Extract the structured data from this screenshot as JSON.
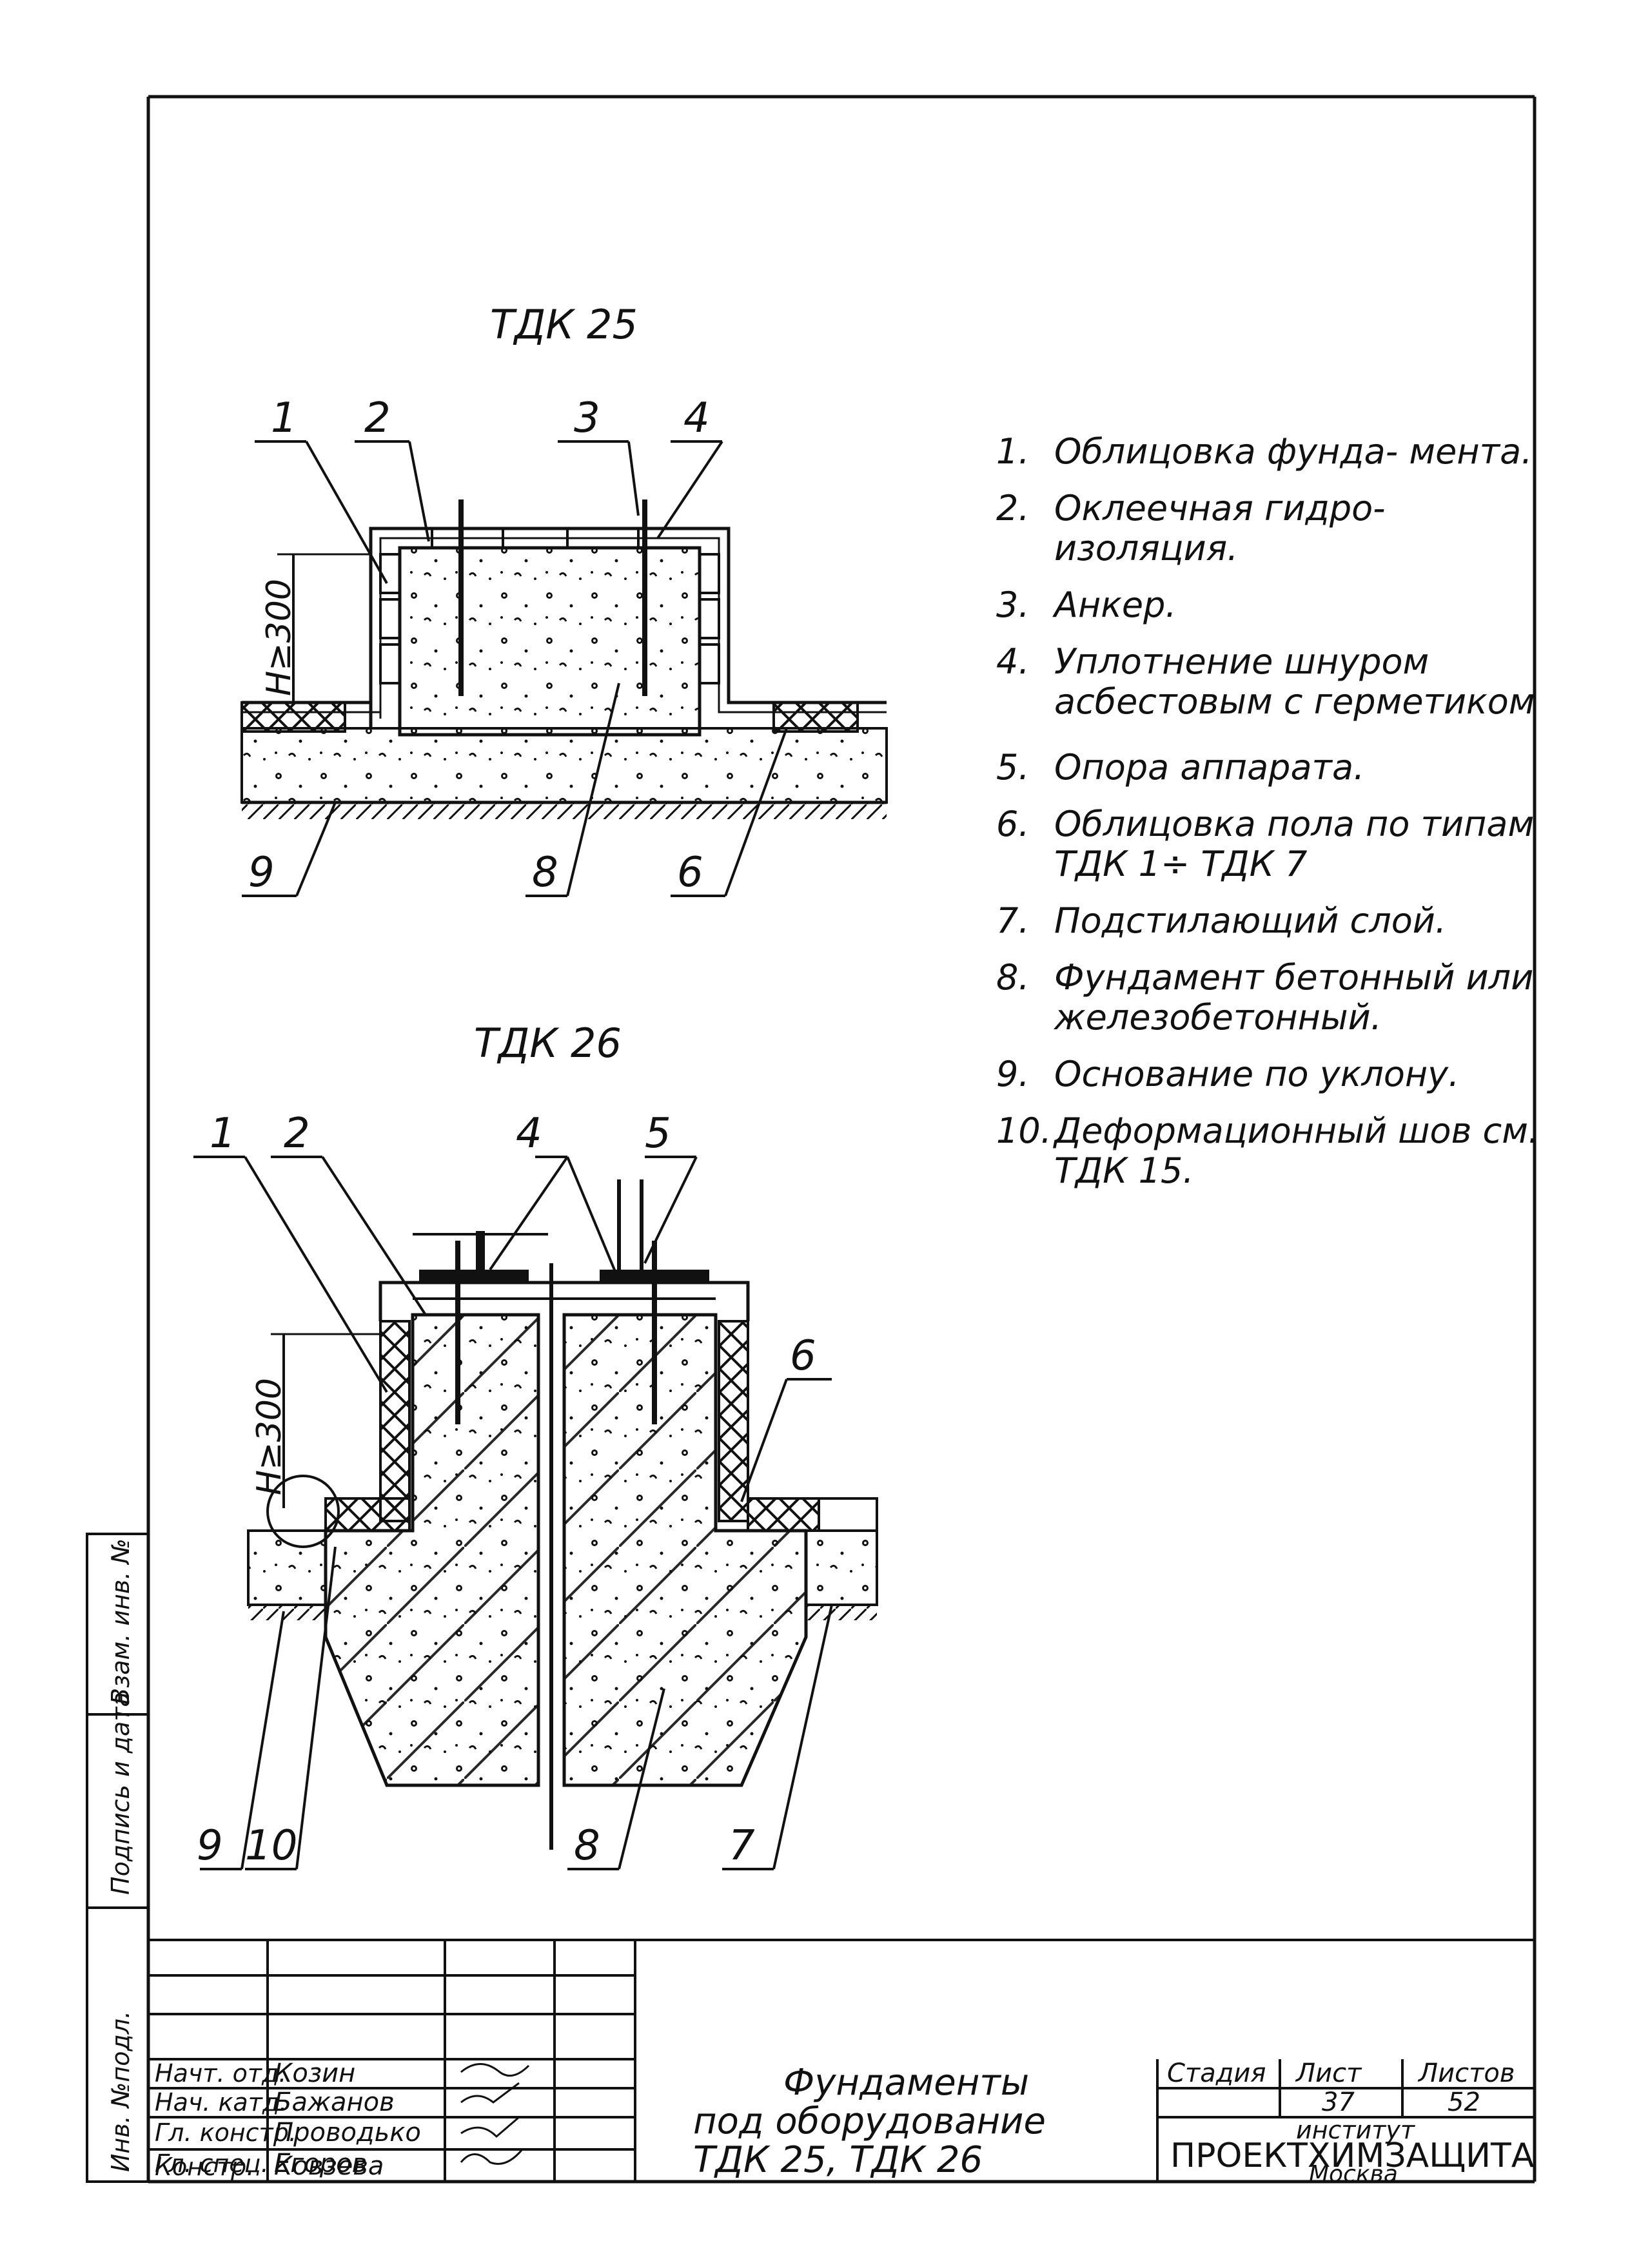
{
  "drawing": {
    "tdk25": {
      "title": "ТДК 25",
      "height_dim": "H≥300",
      "callouts": [
        "1",
        "2",
        "3",
        "4",
        "9",
        "8",
        "6"
      ]
    },
    "tdk26": {
      "title": "ТДК 26",
      "height_dim": "H≥300",
      "callouts": [
        "1",
        "2",
        "4",
        "5",
        "6",
        "9",
        "10",
        "8",
        "7"
      ]
    }
  },
  "legend": [
    {
      "num": "1.",
      "text": "Облицовка фунда- мента."
    },
    {
      "num": "2.",
      "text": "Оклеечная гидро- изоляция."
    },
    {
      "num": "3.",
      "text": "Анкер."
    },
    {
      "num": "4.",
      "text": "Уплотнение шнуром асбестовым с герметиком"
    },
    {
      "num": "5.",
      "text": "Опора аппарата."
    },
    {
      "num": "6.",
      "text": "Облицовка пола по типам ТДК 1÷ ТДК 7"
    },
    {
      "num": "7.",
      "text": "Подстилающий слой."
    },
    {
      "num": "8.",
      "text": "Фундамент бетонный или железобетонный."
    },
    {
      "num": "9.",
      "text": "Основание по уклону."
    },
    {
      "num": "10.",
      "text": "Деформационный шов см. ТДК 15."
    }
  ],
  "side_stamp": [
    "Инв. №подл.",
    "Подпись и дата",
    "Взам. инв. №"
  ],
  "title_block": {
    "roles": [
      "Начт. отд.",
      "Нач. катд.",
      "Гл. констр.",
      "Гл. спец.",
      "Констр."
    ],
    "names": [
      "Козин",
      "Бажанов",
      "Проводько",
      "Егоров",
      "Ковзева"
    ],
    "title_lines": [
      "Фундаменты",
      "под оборудование",
      "ТДК 25, ТДК 26"
    ],
    "stage_label": "Стадия",
    "sheet_label": "Лист",
    "sheets_label": "Листов",
    "sheet_no": "37",
    "sheets_total": "52",
    "institute_label": "институт",
    "institute": "ПРОЕКТХИМЗАЩИТА",
    "city": "Москва"
  }
}
